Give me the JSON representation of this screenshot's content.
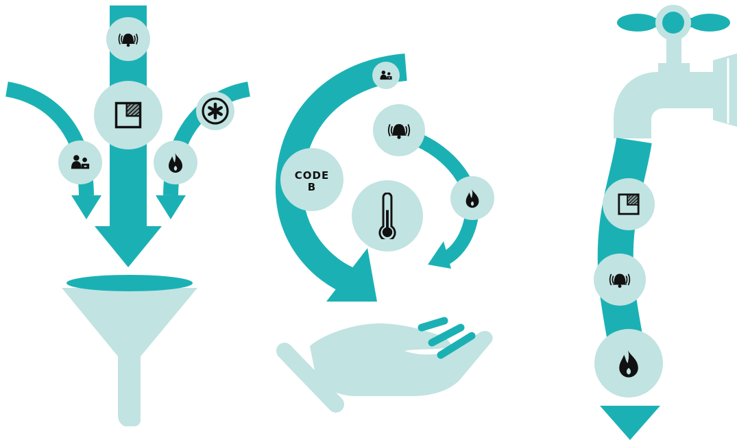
{
  "colors": {
    "teal": "#1bb1b4",
    "light": "#c1e3e2",
    "icon": "#111111",
    "background": "#ffffff"
  },
  "groups": [
    {
      "name": "funnel",
      "icons": [
        "alarm-bell-icon",
        "window-icon",
        "dangerous-goods-icon",
        "people-icon",
        "flame-icon"
      ]
    },
    {
      "name": "cycle",
      "icons": [
        "people-icon",
        "alarm-bell-icon",
        "code-b-badge",
        "flame-icon",
        "thermometer-icon"
      ],
      "badge_text": [
        "CODE",
        "B"
      ]
    },
    {
      "name": "tap",
      "icons": [
        "window-icon",
        "alarm-bell-icon",
        "flame-icon"
      ]
    }
  ]
}
